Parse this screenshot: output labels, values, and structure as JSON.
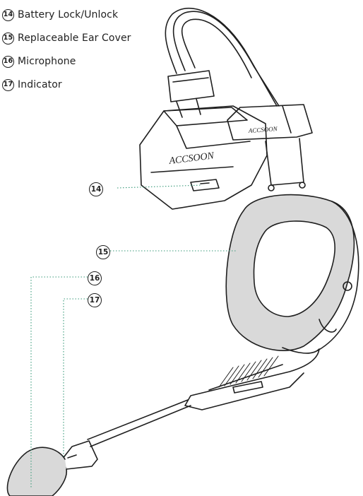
{
  "legend": [
    {
      "number": "14",
      "label": "Battery Lock/Unlock"
    },
    {
      "number": "15",
      "label": "Replaceable Ear Cover"
    },
    {
      "number": "16",
      "label": "Microphone"
    },
    {
      "number": "17",
      "label": "Indicator"
    }
  ],
  "callouts": {
    "c14": "14",
    "c15": "15",
    "c16": "16",
    "c17": "17"
  },
  "brand": {
    "logo_large": "ACCSOON",
    "logo_small": "ACCSOON"
  },
  "colors": {
    "line": "#1f1f1f",
    "leader": "#3a9a7a",
    "ear_fill": "#d9d9d9"
  }
}
